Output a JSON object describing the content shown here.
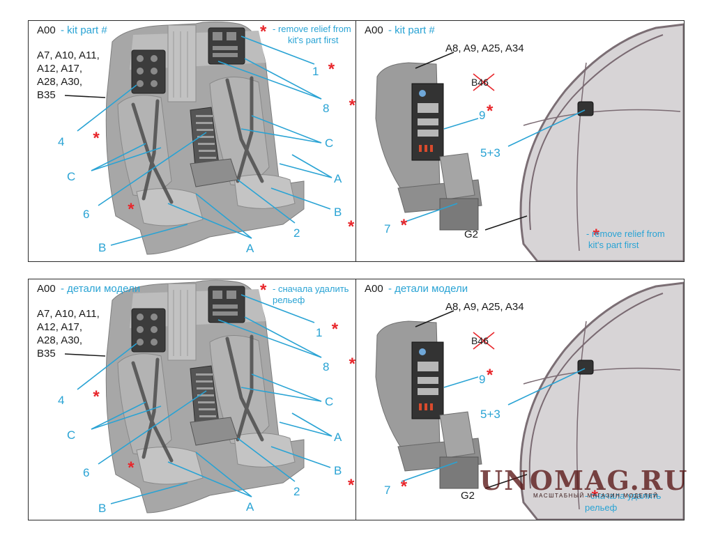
{
  "panels": [
    {
      "header_code": "A00",
      "header_label": "- kit part #",
      "kits_list": "A7, A10, A11,\nA12, A17,\nA28, A30,\nB35",
      "note_line1": "- remove relief from",
      "note_line2": "kit's part first",
      "labels": {
        "n1": "1",
        "n8": "8",
        "n4": "4",
        "c_left": "C",
        "c_right": "C",
        "a_right": "A",
        "b_right": "B",
        "n6": "6",
        "n2": "2",
        "a_bottom": "A",
        "b_left": "B"
      }
    },
    {
      "header_code": "A00",
      "header_label": "- kit part #",
      "kits_list": "A8, A9, A25, A34",
      "struck_part": "B46",
      "labels": {
        "n9": "9",
        "n7": "7",
        "n53": "5+3",
        "g2": "G2"
      },
      "note_line1": "- remove relief from",
      "note_line2": "kit's part first"
    },
    {
      "header_code": "A00",
      "header_label": "- детали модели",
      "kits_list": "A7, A10, A11,\nA12, A17,\nA28, A30,\nB35",
      "note_line1": "- сначала удалить",
      "note_line2": "рельеф",
      "labels": {
        "n1": "1",
        "n8": "8",
        "n4": "4",
        "c_left": "C",
        "c_right": "C",
        "a_right": "A",
        "b_right": "B",
        "n6": "6",
        "n2": "2",
        "a_bottom": "A",
        "b_left": "B"
      }
    },
    {
      "header_code": "A00",
      "header_label": "- детали модели",
      "kits_list": "A8, A9, A25, A34",
      "struck_part": "B46",
      "labels": {
        "n9": "9",
        "n7": "7",
        "n53": "5+3",
        "g2": "G2"
      },
      "note_line1": "- сначала удалить",
      "note_line2": "рельеф"
    }
  ],
  "star_symbol": "*",
  "watermark": {
    "title": "UNOMAG.RU",
    "subtitle": "МАСШТАБНЫЙ МАГАЗИН МОДЕЛЕЙ"
  },
  "colors": {
    "callout": "#29a3d4",
    "star": "#e8262b",
    "part_grey": "#9c9c9c",
    "canopy": "#8a7f86"
  }
}
